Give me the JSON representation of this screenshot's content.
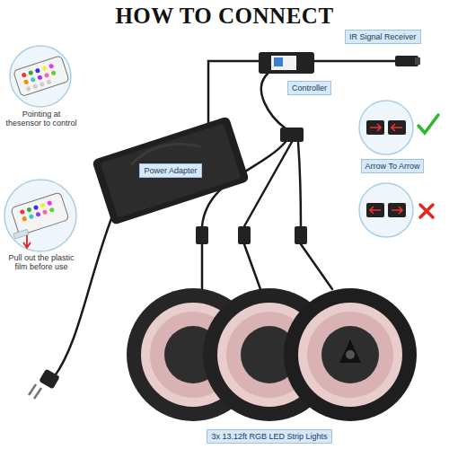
{
  "diagram": {
    "title": "HOW TO CONNECT",
    "nodes": [
      {
        "text": [
          "IR Signal Receiver"
        ]
      },
      {
        "text": [
          "Controller"
        ]
      },
      {
        "text": [
          "Power Adapter"
        ]
      },
      {
        "text": [
          "Arrow To Arrow"
        ]
      },
      {
        "text": [
          "3x 13.12ft RGB LED Strip Lights"
        ]
      }
    ],
    "labels": [
      "Pointing at thesensor to control",
      "Pull out the plastic film before use"
    ]
  }
}
